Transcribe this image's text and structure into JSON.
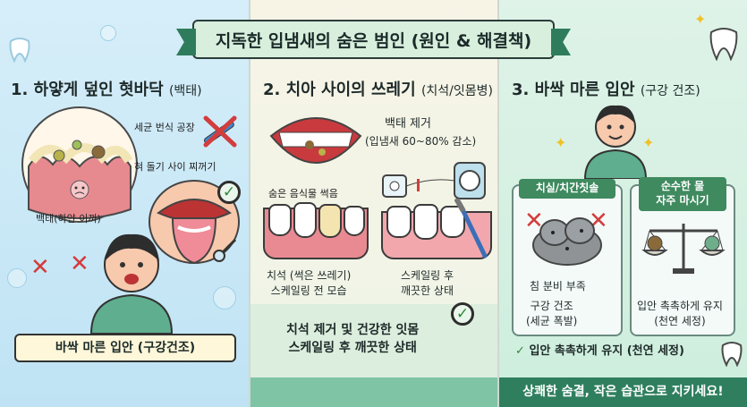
{
  "banner_title": "지독한 입냄새의 숨은 범인 (원인 & 해결책)",
  "panel1": {
    "title": "1. 하얗게 덮인 혓바닥",
    "title_sub": "(백태)",
    "label_bacteria": "세균 번식 공장",
    "label_papillae": "혀 돌기 사이 찌꺼기",
    "label_white_coat": "백태(하얀 이끼)",
    "bottom": "바싹 마른 입안 (구강건조)"
  },
  "panel2": {
    "title": "2. 치아 사이의 쓰레기",
    "title_sub": "(치석/잇몸병)",
    "floss_title": "백태 제거",
    "floss_sub": "(입냄새 60~80% 감소)",
    "food_label": "숨은 음식물 썩음",
    "before_caption_1": "치석 (썩은 쓰레기)",
    "before_caption_2": "스케일링 전 모습",
    "after_caption_1": "스케일링 후",
    "after_caption_2": "깨끗한 상태",
    "bottom_1": "치석 제거 및 건강한 잇몸",
    "bottom_2": "스케일링 후 깨끗한 상태"
  },
  "panel3": {
    "title": "3. 바싹 마른 입안",
    "title_sub": "(구강 건조)",
    "badge_left": "치실/치간칫솔",
    "badge_right_1": "순수한 물",
    "badge_right_2": "자주 마시기",
    "left_caption_1": "침 분비 부족",
    "left_caption_2": "구강 건조",
    "left_caption_3": "(세균 폭발)",
    "right_caption_1": "입안 촉촉하게 유지",
    "right_caption_2": "(천연 세정)",
    "check_line": "입안 촉촉하게 유지 (천연 세정)",
    "footer": "상쾌한 숨결, 작은 습관으로 지키세요!"
  },
  "colors": {
    "accent_green": "#2f7c5c",
    "footer_green": "#2f7f5f",
    "badge_green": "#3f8a5f",
    "cross_red": "#d23d3d"
  }
}
